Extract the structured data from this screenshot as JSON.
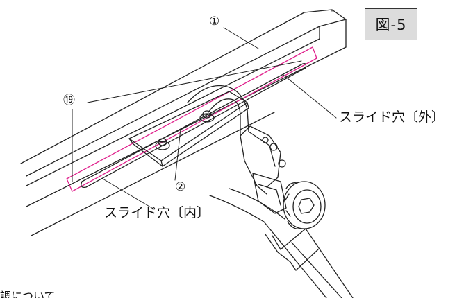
{
  "figure_label": "図-5",
  "callouts": {
    "part_1": "①",
    "part_2": "②",
    "part_19": "⑲",
    "slide_hole_outer": "スライド穴〔外〕",
    "slide_hole_inner": "スライド穴〔内〕"
  },
  "colors": {
    "line": "#222222",
    "highlight": "#e0208c",
    "badge_fill": "#dcdcdc"
  },
  "partial_text_bottom": "調について"
}
